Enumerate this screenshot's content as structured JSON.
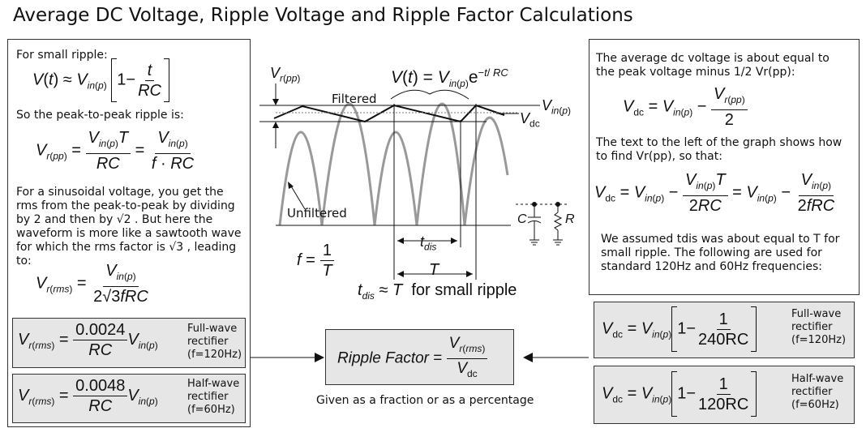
{
  "title": "Average DC Voltage, Ripple Voltage and Ripple Factor Calculations",
  "left": {
    "p1": "For small ripple:",
    "eq1": "V(t) ≈ Vin(p) [1 − t / RC]",
    "p2": "So the peak-to-peak ripple is:",
    "eq2": "Vr(pp) = Vin(p)T / RC = Vin(p) / f·RC",
    "p3": "For a sinusoidal voltage, you get the rms from the peak-to-peak by dividing by 2 and then by √2 . But here the waveform is more like a sawtooth wave for which the rms factor is √3 , leading to:",
    "eq3": "Vr(rms) = Vin(p) / 2√3fRC",
    "fw_eq": "Vr(rms) = 0.0024 / RC · Vin(p)",
    "fw_num": "0.0024",
    "fw_label": "Full-wave rectifier (f=120Hz)",
    "hw_num": "0.0048",
    "hw_label": "Half-wave rectifier (f=60Hz)"
  },
  "right": {
    "p1": "The average dc voltage is about equal to the peak voltage minus 1/2 Vr(pp):",
    "p2": "The text to the left of the graph shows how to find Vr(pp), so that:",
    "p3": "We assumed tdis was about equal to T for small ripple.  The following are used for standard 120Hz and 60Hz frequencies:",
    "fw_den": "240RC",
    "fw_label": "Full-wave rectifier (f=120Hz)",
    "hw_den": "120RC",
    "hw_label": "Half-wave rectifier (f=60Hz)"
  },
  "center": {
    "vrpp_label": "Vr(pp)",
    "decay_eq": "V(t) = Vin(p) e^(−t/RC)",
    "filtered": "Filtered",
    "unfiltered": "Unfiltered",
    "vinp": "Vin(p)",
    "vdc": "Vdc",
    "c": "C",
    "r": "R",
    "tdis": "tdis",
    "T": "T",
    "f_eq": "f = 1/T",
    "tdis_note": "for small ripple",
    "ripple_factor": "Ripple Factor = Vr(rms) / Vdc",
    "ripple_caption": "Given as a fraction or as a percentage"
  },
  "colors": {
    "box_fill": "#e6e6e6",
    "curve": "#999999",
    "line": "#111111"
  }
}
